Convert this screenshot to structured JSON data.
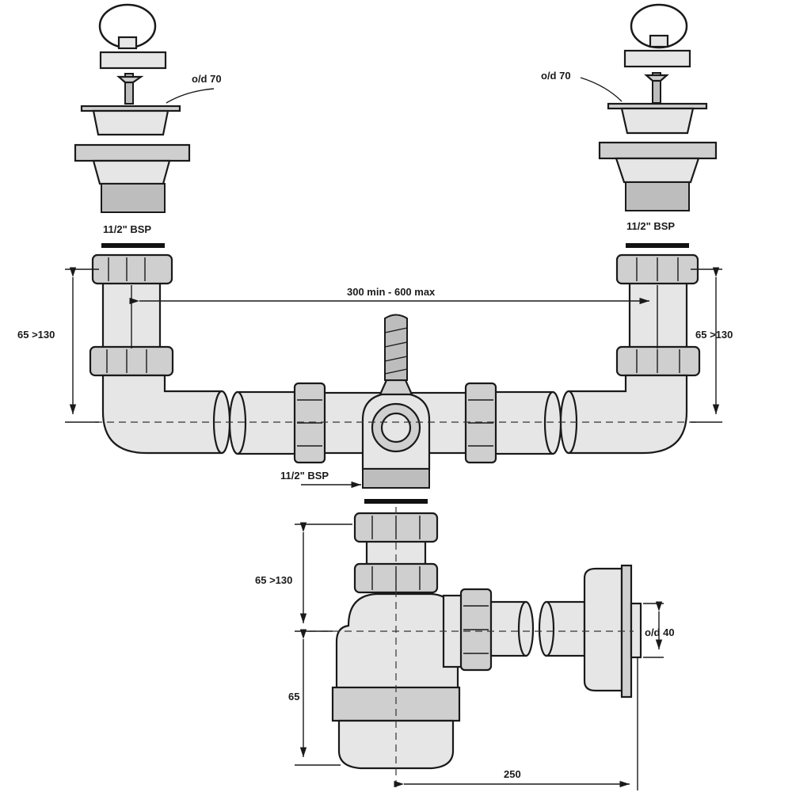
{
  "labels": {
    "od_left": "o/d 70",
    "od_right": "o/d 70",
    "bsp_left": "11/2\" BSP",
    "bsp_right": "11/2\" BSP",
    "bsp_center": "11/2\" BSP",
    "span": "300 min - 600 max",
    "height_left": "65 >130",
    "height_right": "65 >130",
    "height_trap": "65 >130",
    "height_bottom": "65",
    "od_outlet": "o/d 40",
    "width_bottom": "250"
  },
  "colors": {
    "outline": "#1a1a1a",
    "fill": "#e6e6e6",
    "shade": "#cfcfcf",
    "background": "#ffffff"
  }
}
